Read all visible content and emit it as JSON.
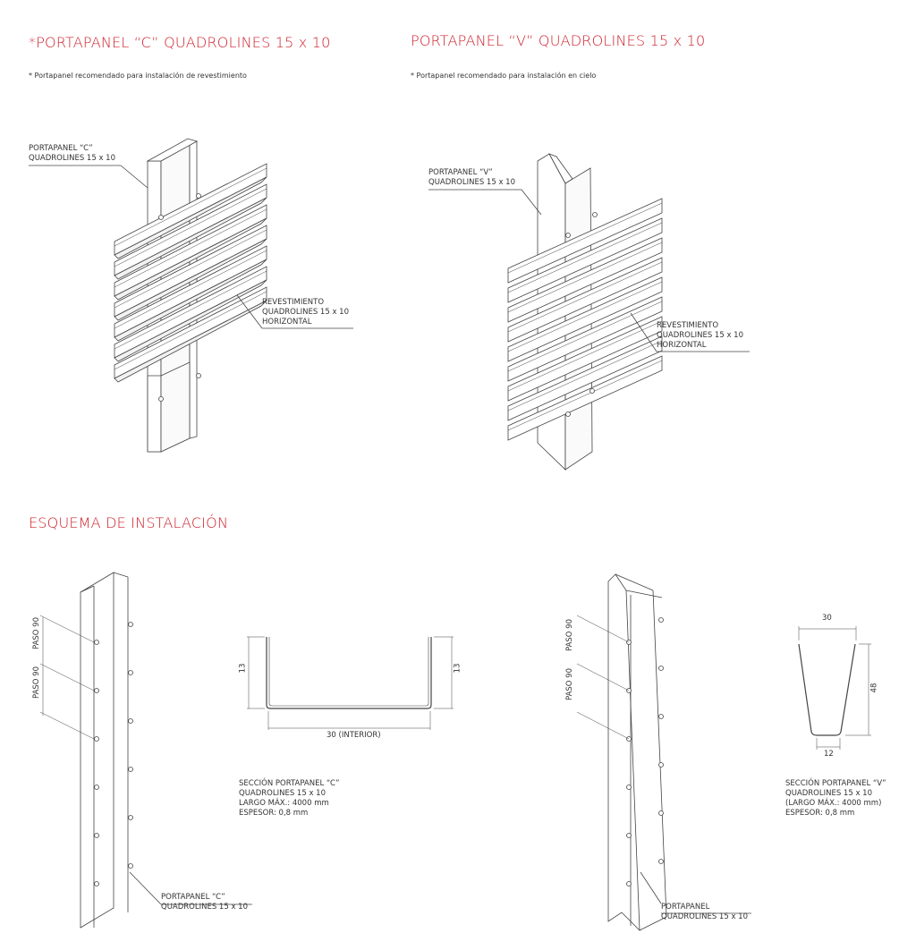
{
  "top_left": {
    "title": "*PORTAPANEL “C” QUADROLINES 15 x 10",
    "note": "* Portapanel recomendado para instalación de revestimiento",
    "label_channel": [
      "PORTAPANEL “C”",
      "QUADROLINES 15 x 10"
    ],
    "label_cladding": [
      "REVESTIMIENTO",
      "QUADROLINES 15 x 10",
      "HORIZONTAL"
    ]
  },
  "top_right": {
    "title": "PORTAPANEL “V”  QUADROLINES 15 x 10",
    "note": "* Portapanel recomendado para instalación en cielo",
    "label_channel": [
      "PORTAPANEL “V”",
      "QUADROLINES 15 x 10"
    ],
    "label_cladding": [
      "REVESTIMIENTO",
      "QUADROLINES 15 x 10",
      "HORIZONTAL"
    ]
  },
  "install": {
    "title": "ESQUEMA DE INSTALACIÓN",
    "c": {
      "paso": [
        "PASO 90",
        "PASO 90"
      ],
      "label": [
        "PORTAPANEL “C”",
        "QUADROLINES 15 x 10"
      ],
      "dims": {
        "left": "13",
        "right": "13",
        "bottom": "30 (INTERIOR)"
      },
      "spec": [
        "SECCIÓN PORTAPANEL “C”",
        "QUADROLINES 15 x 10",
        "LARGO MÁX.: 4000 mm",
        "ESPESOR: 0,8 mm"
      ]
    },
    "v": {
      "paso": [
        "PASO 90",
        "PASO 90"
      ],
      "label": [
        "PORTAPANEL",
        "QUADROLINES 15 x 10"
      ],
      "dims": {
        "top": "30",
        "height": "48",
        "bottom": "12"
      },
      "spec": [
        "SECCIÓN PORTAPANEL “V”",
        "QUADROLINES 15 x 10",
        "(LARGO MÁX.: 4000 mm)",
        "ESPESOR: 0,8 mm"
      ]
    }
  },
  "colors": {
    "accent": "#cc1f2a",
    "line": "#444444"
  }
}
